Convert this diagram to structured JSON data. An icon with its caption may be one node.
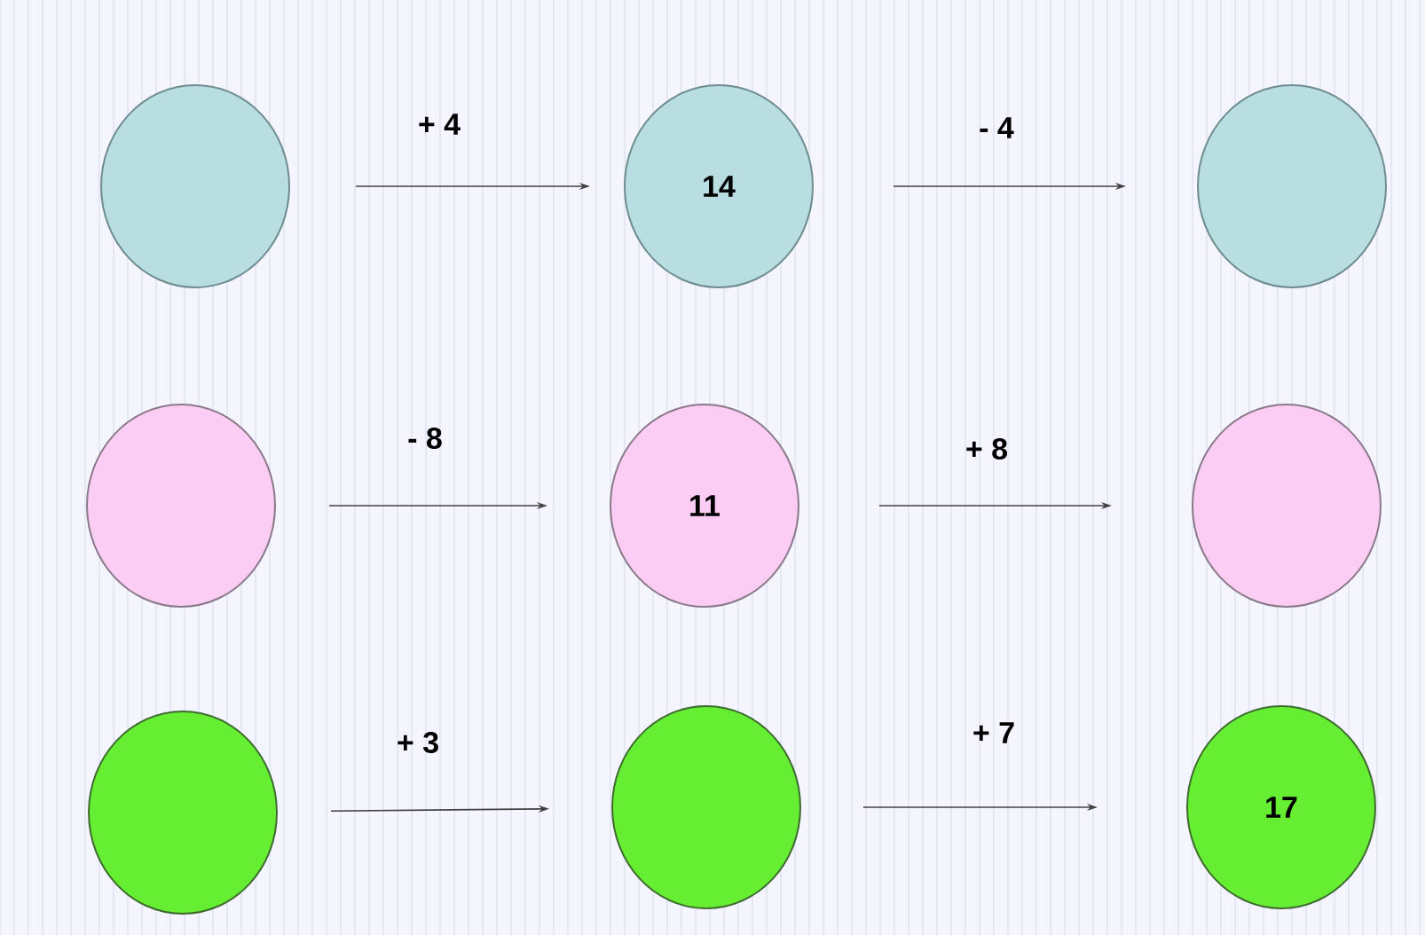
{
  "diagram": {
    "nodes": [
      {
        "text": [],
        "shape": "circle"
      },
      {
        "text": [
          "14"
        ]
      },
      {
        "text": [],
        "shape": "circle"
      },
      {
        "text": [],
        "shape": "circle"
      },
      {
        "text": [
          "11"
        ]
      },
      {
        "text": [],
        "shape": "circle"
      },
      {
        "text": [],
        "shape": "circle"
      },
      {
        "text": [],
        "shape": "circle"
      },
      {
        "text": [
          "17"
        ]
      }
    ],
    "edges": [
      {
        "from": 0,
        "to": 1,
        "arrow": "to",
        "label": "+ 4"
      },
      {
        "from": 1,
        "to": 2,
        "arrow": "to",
        "label": "- 4"
      },
      {
        "from": 3,
        "to": 4,
        "arrow": "to",
        "label": "- 8"
      },
      {
        "from": 4,
        "to": 5,
        "arrow": "to",
        "label": "+ 8"
      },
      {
        "from": 6,
        "to": 7,
        "arrow": "to",
        "label": "+ 3"
      },
      {
        "from": 7,
        "to": 8,
        "arrow": "to",
        "label": "+ 7"
      }
    ]
  }
}
